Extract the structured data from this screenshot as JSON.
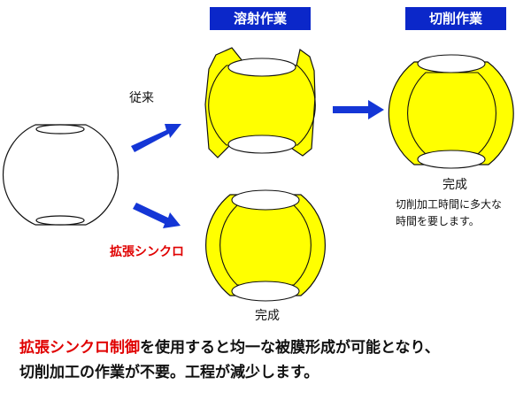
{
  "headers": {
    "welding": "溶射作業",
    "cutting": "切削作業"
  },
  "labels": {
    "conventional": "従来",
    "expansion_sync": "拡張シンクロ",
    "complete_after_cutting": "完成",
    "time_note_line1": "切削加工時間に多大な",
    "time_note_line2": "時間を要します。",
    "complete_expansion": "完成"
  },
  "conclusion": {
    "line1_highlight": "拡張シンクロ制御",
    "line1_rest": "を使用すると均一な被膜形成が可能となり、",
    "line2": "切削加工の作業が不要。工程が減少します。"
  },
  "colors": {
    "header_bg": "#0b27c9",
    "arrow": "#1436d6",
    "coating": "#ffff00",
    "outline": "#111111",
    "highlight_text": "#e00000"
  },
  "icons": {
    "arrow": "right-arrow-icon"
  }
}
